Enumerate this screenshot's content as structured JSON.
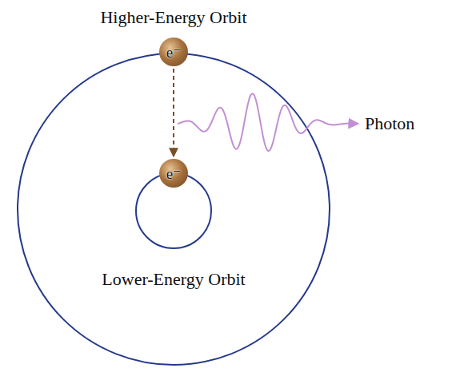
{
  "diagram": {
    "nodes": [
      {
        "text": [
          "e⁻"
        ]
      },
      {
        "text": [
          "e⁻"
        ]
      }
    ],
    "edges": [
      {
        "from": 0,
        "to": 1,
        "arrow": "to"
      }
    ],
    "labels": [
      "Higher-Energy Orbit",
      "Photon",
      "Lower-Energy Orbit"
    ]
  }
}
